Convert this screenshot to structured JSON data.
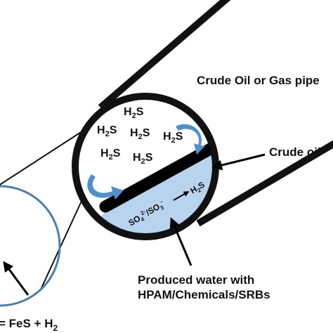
{
  "labels": {
    "pipe": "Crude Oil or Gas pipe",
    "crude_oil": "Crude oil",
    "produced_water_line1": "Produced water with",
    "produced_water_line2": "HPAM/Chemicals/SRBs"
  },
  "gas": {
    "symbol": "H",
    "sub": "2",
    "tail": "S"
  },
  "water_reaction": {
    "sulfate": "SO",
    "sulfate_sub": "4",
    "sulfate_sup": "2-",
    "slash": "/SO",
    "sulfite_sub": "3",
    "sulfite_sup": "-",
    "product": "H",
    "product_sub": "2",
    "product_tail": "S"
  },
  "corrosion_reaction": {
    "text": "= FeS + H",
    "sub": "2"
  },
  "colors": {
    "water": "#b8d3ee",
    "water_edge": "#9bbbe0",
    "swirl": "#4f8fce",
    "inset_circle": "#4a7fb0",
    "oil": "#000000",
    "outline": "#111111"
  }
}
